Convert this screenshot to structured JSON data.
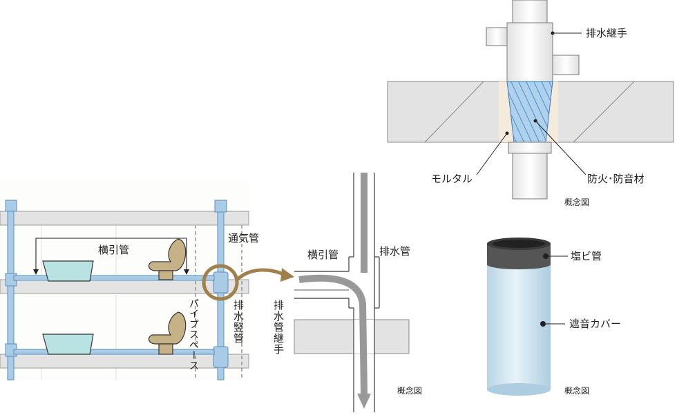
{
  "left_building": {
    "horizontal_pipe": "横引管",
    "vent_pipe": "通気管",
    "pipe_space": "パイプスペース",
    "drain_stack": "排水竪管"
  },
  "mid_detail": {
    "horizontal_pipe": "横引管",
    "drain_pipe": "排水管",
    "drain_joint": "排水管継手",
    "caption": "概念図"
  },
  "top_right": {
    "drain_joint": "排水継手",
    "mortar": "モルタル",
    "fireproof": "防火･防音材",
    "caption": "概念図"
  },
  "bottom_right": {
    "pvc_pipe": "塩ビ管",
    "sound_cover": "遮音カバー",
    "caption": "概念図"
  },
  "colors": {
    "pipe_blue": "#a9cbe6",
    "fixture_tan": "#c7b186",
    "slab_gray": "#e3e3e3",
    "accent_brown": "#a0804c",
    "basin_blue": "#b9e3e3"
  }
}
